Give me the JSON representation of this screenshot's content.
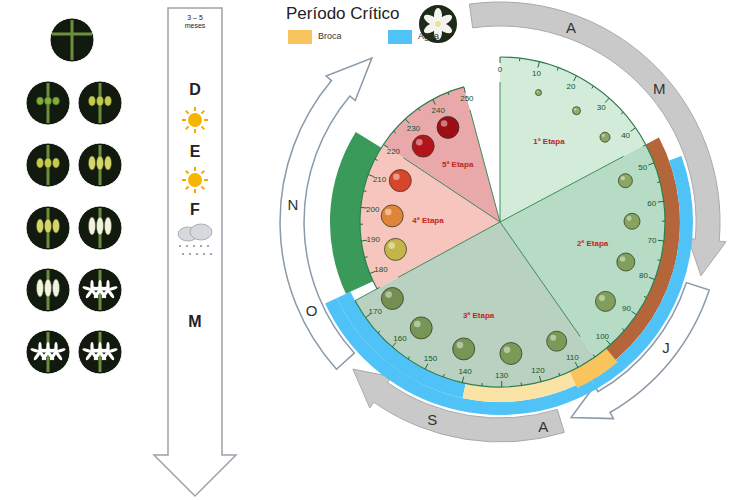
{
  "diagram": {
    "title": "Período Crítico",
    "labels": [
      "3 – 5 meses",
      "D",
      "E",
      "F",
      "M",
      "A",
      "M",
      "J",
      "A",
      "S",
      "O",
      "N",
      "1ª Etapa",
      "2ª Etapa",
      "3ª Etapa",
      "4ª Etapa",
      "5ª Etapa",
      "0",
      "10",
      "20",
      "30",
      "40",
      "50",
      "60",
      "70",
      "80",
      "90",
      "100",
      "110",
      "120",
      "130",
      "140",
      "150",
      "160",
      "170",
      "180",
      "190",
      "200",
      "210",
      "220",
      "230",
      "240",
      "250"
    ],
    "legend": [
      {
        "text": "Broca",
        "color": "#f9c45c"
      },
      {
        "text": "Agua",
        "color": "#4fc3f7"
      }
    ]
  }
}
